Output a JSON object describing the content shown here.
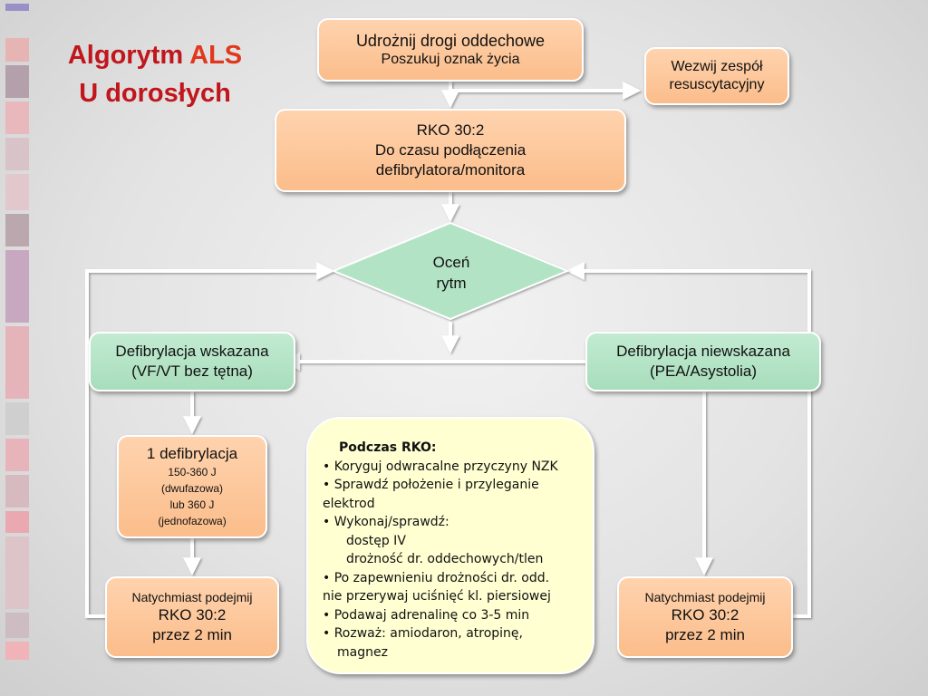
{
  "title": {
    "part1": "Algorytm",
    "part2": "ALS",
    "line2": "U dorosłych"
  },
  "nodes": {
    "airway": {
      "line1": "Udrożnij drogi oddechowe",
      "line2": "Poszukuj oznak życia"
    },
    "call_team": {
      "line1": "Wezwij zespół",
      "line2": "resuscytacyjny"
    },
    "cpr": {
      "line1": "RKO 30:2",
      "line2": "Do czasu podłączenia",
      "line3": "defibrylatora/monitora"
    },
    "assess": {
      "line1": "Oceń",
      "line2": "rytm"
    },
    "shockable": {
      "line1": "Defibrylacja wskazana",
      "line2": "(VF/VT bez tętna)"
    },
    "non_shockable": {
      "line1": "Defibrylacja niewskazana",
      "line2": "(PEA/Asystolia)"
    },
    "shock": {
      "line1": "1 defibrylacja",
      "line2": "150-360 J",
      "line3": "(dwufazowa)",
      "line4": "lub 360 J",
      "line5": "(jednofazowa)"
    },
    "resume_left": {
      "line1": "Natychmiast podejmij",
      "line2": "RKO 30:2",
      "line3": "przez 2 min"
    },
    "resume_right": {
      "line1": "Natychmiast podejmij",
      "line2": "RKO 30:2",
      "line3": "przez 2 min"
    }
  },
  "during_cpr": {
    "header": "Podczas RKO:",
    "lines": [
      "• Koryguj odwracalne przyczyny NZK",
      "• Sprawdź położenie i przyleganie",
      "elektrod",
      "• Wykonaj/sprawdź:",
      "dostęp IV",
      "drożność dr. oddechowych/tlen",
      "• Po zapewnieniu drożności dr. odd.",
      "nie przerywaj uciśnięć kl. piersiowej",
      "• Podawaj adrenalinę co 3-5 min",
      "• Rozważ: amiodaron, atropinę,",
      "magnez"
    ]
  },
  "colors": {
    "title": "#c0161c",
    "orange_box": "#fbc79b",
    "green_box": "#b3e3c5",
    "yellow_box": "#ffffd2",
    "arrow": "#ffffff"
  }
}
